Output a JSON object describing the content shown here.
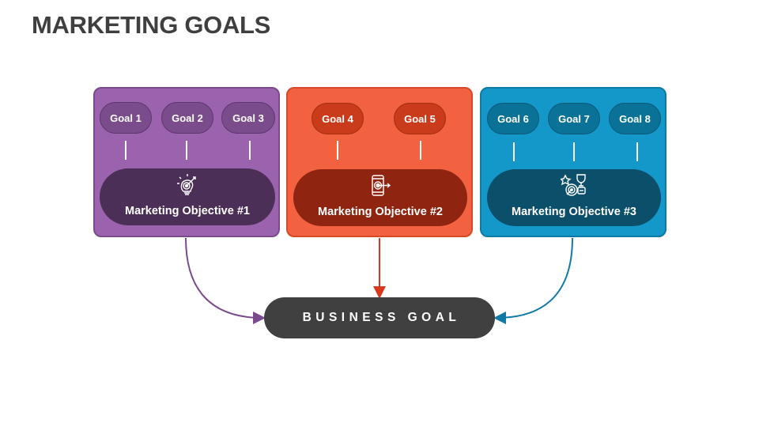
{
  "title": "MARKETING GOALS",
  "colors": {
    "purple_group": "#9b62ad",
    "purple_border": "#7a4a8c",
    "purple_goal": "#7b4c8c",
    "purple_objective": "#4c2f57",
    "orange_group": "#f26241",
    "orange_border": "#d64a2a",
    "orange_goal": "#c93b1b",
    "orange_objective": "#8f2410",
    "blue_group": "#1497c9",
    "blue_border": "#0f7aa6",
    "blue_goal": "#0b7297",
    "blue_objective": "#0b4f6a",
    "business": "#404040"
  },
  "groups": [
    {
      "goals": [
        "Goal 1",
        "Goal 2",
        "Goal 3"
      ],
      "objective": "Marketing Objective #1",
      "icon": "lightbulb-target-icon"
    },
    {
      "goals": [
        "Goal 4",
        "Goal 5"
      ],
      "objective": "Marketing Objective #2",
      "icon": "mobile-target-icon"
    },
    {
      "goals": [
        "Goal 6",
        "Goal 7",
        "Goal 8"
      ],
      "objective": "Marketing Objective #3",
      "icon": "target-trophy-icon"
    }
  ],
  "business_goal": "BUSINESS GOAL"
}
